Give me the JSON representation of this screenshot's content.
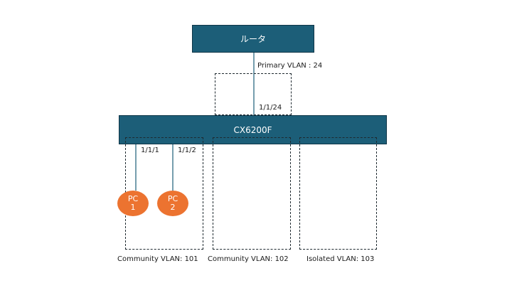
{
  "colors": {
    "device_fill": "#1c5e78",
    "link": "#1c5e78",
    "pc_fill": "#ec7330"
  },
  "router": {
    "label": "ルータ"
  },
  "switch": {
    "label": "CX6200F"
  },
  "primary_vlan": {
    "label": "Primary VLAN : 24",
    "uplink_port": "1/1/24"
  },
  "ports": {
    "pc1_port": "1/1/1",
    "pc2_port": "1/1/2"
  },
  "pcs": [
    {
      "line1": "PC",
      "line2": "1"
    },
    {
      "line1": "PC",
      "line2": "2"
    }
  ],
  "vlans": {
    "community1": "Community VLAN: 101",
    "community2": "Community VLAN: 102",
    "isolated": "Isolated VLAN: 103"
  }
}
